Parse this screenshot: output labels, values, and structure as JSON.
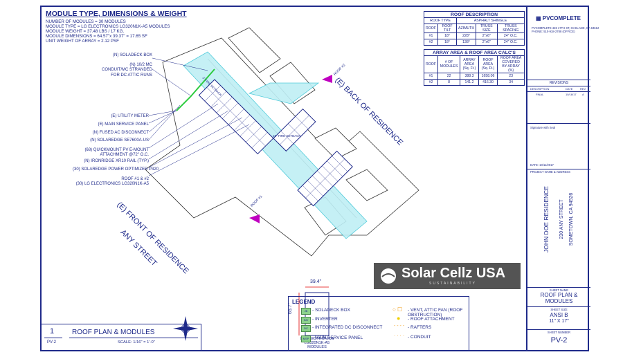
{
  "module_info": {
    "title": "MODULE TYPE, DIMENSIONS & WEIGHT",
    "lines": [
      "NUMBER OF MODULES = 30 MODULES",
      "MODULE TYPE = LG ELECTRONICS LG320N1K-A5 MODULES",
      "MODULE WEIGHT = 37.48 LBS / 17 KG.",
      "MODULE DIMENSIONS = 64.57\"x 39.37\" = 17.65 SF",
      "UNIT WEIGHT OF ARRAY = 2.12 PSF"
    ]
  },
  "roof_description": {
    "title": "ROOF DESCRIPTION",
    "roof_type_label": "ROOF TYPE",
    "roof_type_value": "ASPHALT SHINGLE",
    "headers": [
      "ROOF",
      "ROOF TILT",
      "AZIMUTH",
      "TRUSS SIZE",
      "TRUSS SPACING"
    ],
    "rows": [
      [
        "#1",
        "18°",
        "228°",
        "2\"x6\"",
        "24\" O.C."
      ],
      [
        "#2",
        "18°",
        "138°",
        "2\"x6\"",
        "24\" O.C."
      ]
    ]
  },
  "array_area": {
    "title": "ARRAY AREA & ROOF AREA CALC'S",
    "headers": [
      "ROOF",
      "# OF MODULES",
      "ARRAY AREA (Sq. Ft.)",
      "ROOF AREA (Sq. Ft.)",
      "ROOF AREA COVERED BY ARRAY (%)"
    ],
    "rows": [
      [
        "#1",
        "22",
        "388.3",
        "1658.06",
        "23"
      ],
      [
        "#2",
        "8",
        "141.2",
        "416.30",
        "34"
      ]
    ]
  },
  "title_block": {
    "company": "PVCOMPLETE",
    "company_address": "PVCOMPLETE 426 17TH ST, OAKLAND, CA 94612",
    "company_phone": "PHONE: 510-918-2788 (OFFICE)",
    "revisions_title": "REVISIONS",
    "rev_headers": [
      "DESCRIPTION",
      "DATE",
      "REV"
    ],
    "rev_row": [
      "FINAL",
      "10/18/17",
      "A"
    ],
    "signature_label": "Signature with Seal",
    "date_label": "DATE: 10/11/2017",
    "project_label": "PROJECT NAME & ADDRESS",
    "project_name": "JOHN DOE RESIDENCE",
    "project_street": "230 ANY STREET",
    "project_city": "SOMETOWN, CA 94526",
    "sheet_name_label": "SHEET NAME",
    "sheet_name": "ROOF PLAN & MODULES",
    "sheet_size_label": "SHEET SIZE",
    "sheet_size": "ANSI B",
    "sheet_size_dims": "11\" X 17\"",
    "sheet_number_label": "SHEET NUMBER",
    "sheet_number": "PV-2"
  },
  "plan_labels": [
    "(N) SOLADECK BOX",
    "(N) 10/2 MC",
    "CONDUIT/MC STRANDED",
    "FOR DC ATTIC RUNS",
    "(E) UTILITY METER",
    "(E) MAIN SERVICE PANEL",
    "(N) FUSED AC DISCONNECT",
    "(N) SOLAREDGE SE7600A-US",
    "(68) QUICKMOUNT PV E-MOUNT",
    "ATTACHMENT @72\" O.C.",
    "(N) IRONRIDGE XR10 RAIL (TYP.)",
    "(30) SOLAREDGE POWER OPTIMIZER P320",
    "ROOF #1 & #2",
    "(30) LG ELECTRONICS LG320N1K-A5"
  ],
  "plan": {
    "back_label": "(E) BACK OF RESIDENCE",
    "front_label": "(E) FRONT OF RESIDENCE",
    "street_label": "ANY STREET",
    "roof2_label": "ROOF #2",
    "roof1_label": "ROOF #1",
    "fire_setback": "3' FIRE SETBACK",
    "fire_setback_18": "18\" FIRE SETBACK"
  },
  "module_detail": {
    "width": "39.4\"",
    "height": "65.7\"",
    "caption": [
      "LG ELECTRONICS",
      "LG320N1K-A5",
      "MODULES"
    ]
  },
  "legend": {
    "title": "LEGEND",
    "left": [
      {
        "code": "JB",
        "label": "- SOLADECK BOX"
      },
      {
        "code": "INV",
        "label": "- INVERTER"
      },
      {
        "code": "DC",
        "label": "- INTEGRATED DC DISCONNECT"
      },
      {
        "code": "MSP",
        "label": "- MAIN SERVICE PANEL"
      }
    ],
    "right": [
      "- VENT, ATTIC FAN (ROOF OBSTRUCTION)",
      "- ROOF ATTACHMENT",
      "- RAFTERS",
      "- CONDUIT"
    ]
  },
  "drawing_title": {
    "number": "1",
    "sheet": "PV-2",
    "title": "ROOF PLAN & MODULES",
    "scale": "SCALE: 1/16\" = 1'-0\""
  },
  "watermark": {
    "brand": "Solar Cellz USA",
    "tagline": "SUSTAINABILITY"
  },
  "colors": {
    "line": "#1f2a8a",
    "setback": "#3fc6d6",
    "conduit": "#2ecc40",
    "marker": "#c000c0",
    "dimension": "#e00000"
  }
}
